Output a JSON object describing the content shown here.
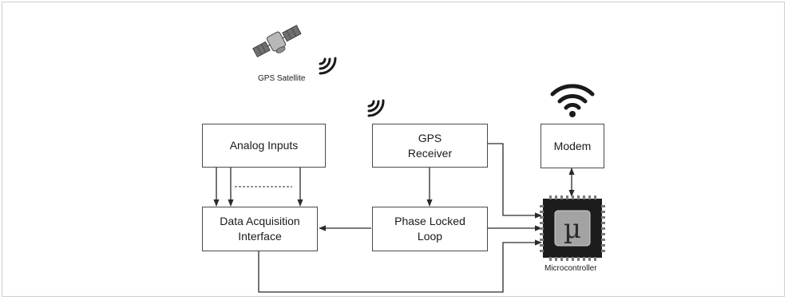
{
  "nodes": {
    "analog_inputs": {
      "label": "Analog Inputs"
    },
    "gps_receiver": {
      "line1": "GPS",
      "line2": "Receiver"
    },
    "modem": {
      "label": "Modem"
    },
    "daq": {
      "line1": "Data Acquisition",
      "line2": "Interface"
    },
    "pll": {
      "line1": "Phase Locked",
      "line2": "Loop"
    },
    "microcontroller": {
      "label": "Microcontroller",
      "symbol": "µ"
    }
  },
  "captions": {
    "satellite": "GPS Satellite"
  },
  "icons": {
    "satellite": "satellite-icon",
    "signal_satellite": "signal-waves-icon",
    "signal_receiver": "signal-waves-icon",
    "wifi": "wifi-icon",
    "chip": "microchip-icon"
  },
  "colors": {
    "line": "#2a2a2a",
    "box_border": "#4a4a4a",
    "chip_body": "#1c1c1c",
    "chip_face": "#9a9a9a"
  }
}
